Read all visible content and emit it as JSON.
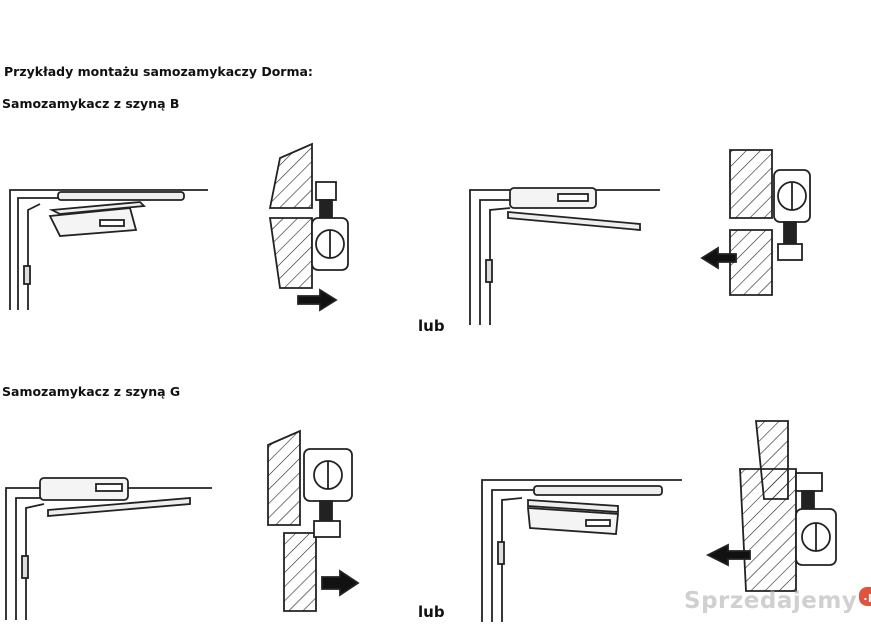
{
  "title": "Przykłady montażu samozamykaczy Dorma:",
  "sections": [
    {
      "label": "Samozamykacz z szyną B",
      "separator": "lub"
    },
    {
      "label": "Samozamykacz z szyną G",
      "separator": "lub"
    }
  ],
  "watermark": {
    "text": "Sprzedajemy",
    "badge": ".pl"
  },
  "colors": {
    "line": "#222222",
    "fill_light": "#eeeeee",
    "arrow": "#111111",
    "watermark_badge": "#e0533d"
  }
}
